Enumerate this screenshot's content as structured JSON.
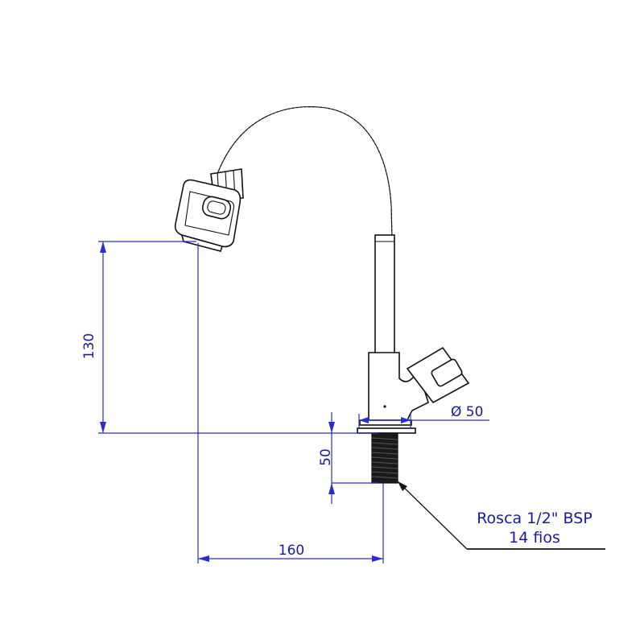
{
  "drawing": {
    "dimensions": {
      "spout_height": "130",
      "base_height": "50",
      "reach": "160",
      "base_diameter": "Ø 50"
    },
    "thread_note": {
      "line1": "Rosca 1/2\" BSP",
      "line2": "14 fios"
    },
    "colors": {
      "dimension": "#2b2bd0",
      "text": "#1a1a9c",
      "outline": "#111111"
    }
  }
}
